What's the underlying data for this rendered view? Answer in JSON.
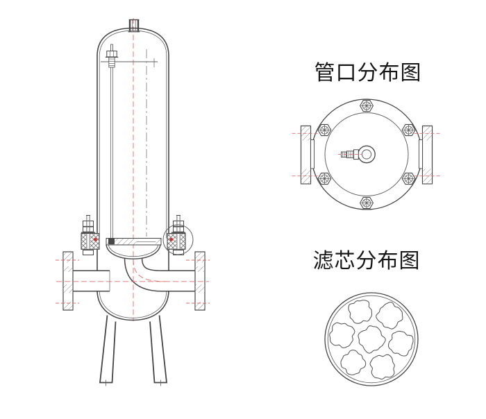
{
  "drawing": {
    "type": "engineering-drawing",
    "views": {
      "front_view": {
        "name": "filter-vessel-front-section"
      },
      "nozzle_view": {
        "title": "管口分布图",
        "bolt_count": 6,
        "side_flange_count": 2
      },
      "cartridge_view": {
        "title": "滤芯分布图",
        "cartridge_count": 7,
        "pattern": "1 center + 6 around"
      }
    }
  },
  "colors": {
    "background": "#ffffff",
    "line": "#454545",
    "centerline_red": "#e06a6a",
    "marker_red": "#c5302c",
    "hatch": "#8b8b8b"
  }
}
